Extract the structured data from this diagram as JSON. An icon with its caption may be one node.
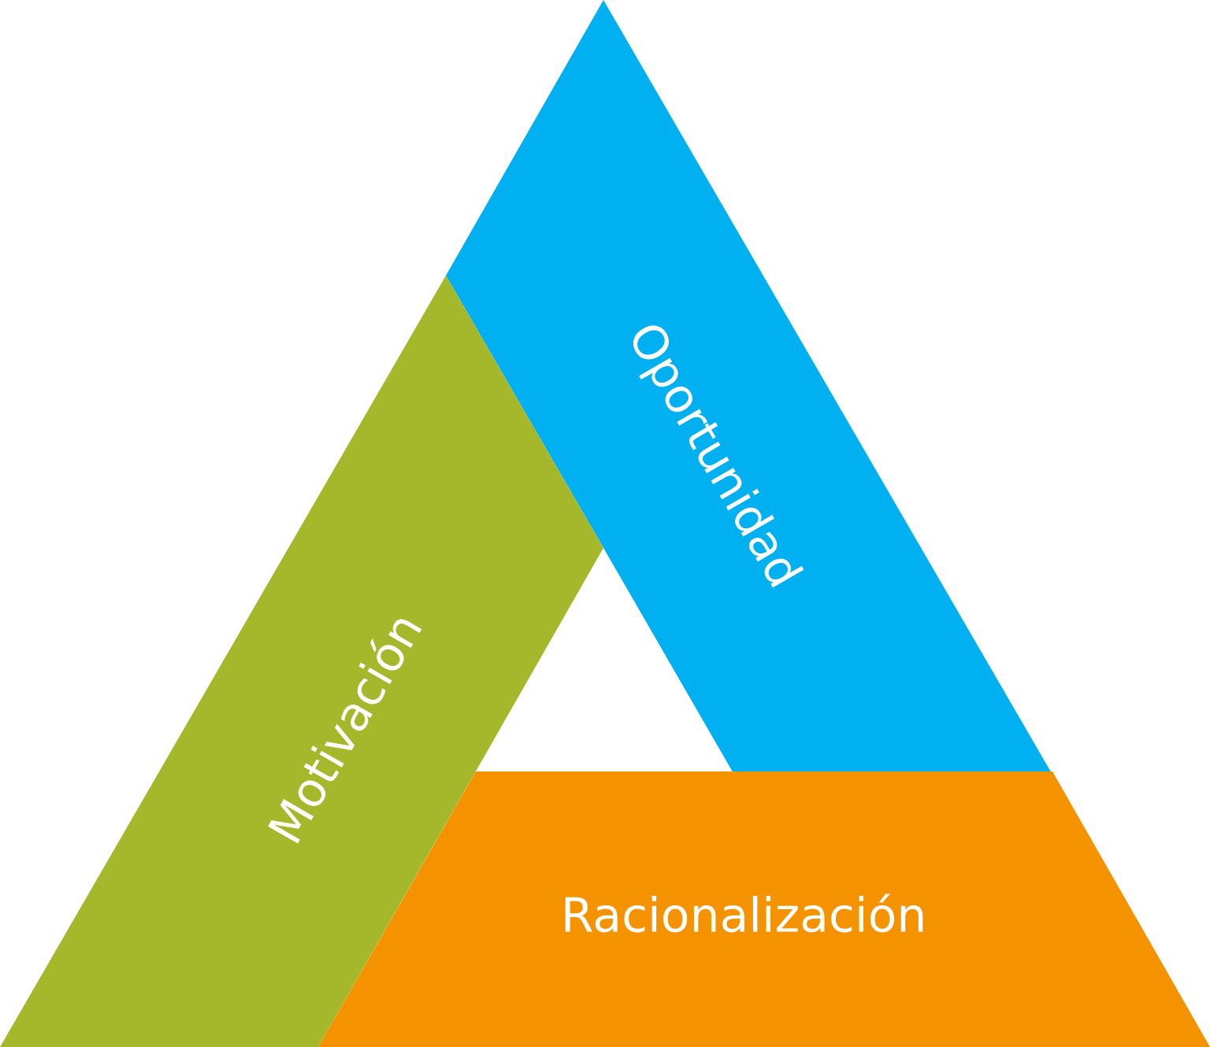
{
  "diagram": {
    "nodes": [
      {
        "text": [
          "Oportunidad"
        ]
      },
      {
        "text": [
          "Motivación"
        ]
      },
      {
        "text": [
          "Racionalización"
        ]
      }
    ]
  }
}
